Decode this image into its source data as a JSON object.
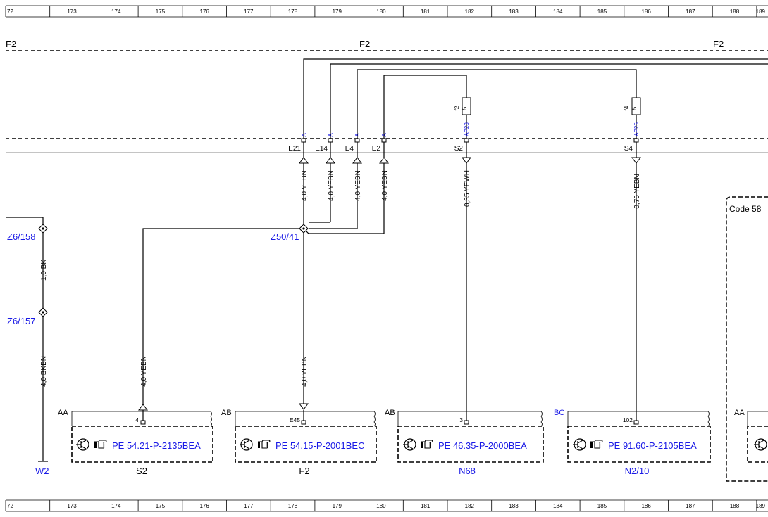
{
  "ruler": {
    "numbers": [
      "72",
      "173",
      "174",
      "175",
      "176",
      "177",
      "178",
      "179",
      "180",
      "181",
      "182",
      "183",
      "184",
      "185",
      "186",
      "187",
      "188",
      "189"
    ]
  },
  "bus": {
    "labels": [
      "F2",
      "F2",
      "F2"
    ]
  },
  "fuses": [
    {
      "name": "f2",
      "value": "5",
      "pin": "AP23",
      "terminal": "S2"
    },
    {
      "name": "f4",
      "value": "5",
      "pin": "AP25",
      "terminal": "S4"
    }
  ],
  "terminals": [
    "E21",
    "E14",
    "E4",
    "E2"
  ],
  "pin_a": "A",
  "wires": {
    "w1": "4,0 YEBN",
    "w2": "4,0 YEBN",
    "w3": "4,0 YEBN",
    "w4": "4,0 YEBN",
    "w5": "0,35 YEWH",
    "w6": "0,75 YEBN",
    "left_upper": "1,0 BK",
    "left_lower": "4,0 BKBN",
    "left_drop": "4,0 YEBN",
    "mid_drop": "4,0 YEBN"
  },
  "splices": {
    "z6_158": "Z6/158",
    "z6_157": "Z6/157",
    "z50_41": "Z50/41"
  },
  "ground": "W2",
  "code_box": "Code 58",
  "components": [
    {
      "conn": "AA",
      "pin": "4",
      "ref": "PE 54.21-P-2135BEA",
      "label": "S2"
    },
    {
      "conn": "AB",
      "pin": "E45",
      "ref": "PE 54.15-P-2001BEC",
      "label": "F2"
    },
    {
      "conn": "AB",
      "pin": "3",
      "ref": "PE 46.35-P-2000BEA",
      "label": "N68"
    },
    {
      "conn": "BC",
      "pin": "102",
      "ref": "PE 91.60-P-2105BEA",
      "label": "N2/10"
    },
    {
      "conn": "AA"
    }
  ]
}
